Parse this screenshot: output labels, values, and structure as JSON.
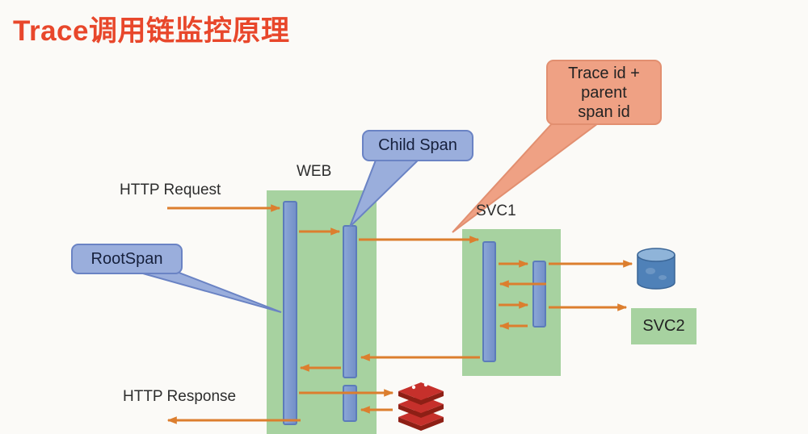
{
  "title": "Trace调用链监控原理",
  "labels": {
    "http_request": "HTTP Request",
    "http_response": "HTTP Response",
    "web": "WEB",
    "svc1": "SVC1",
    "svc2": "SVC2"
  },
  "callouts": {
    "root_span": "RootSpan",
    "child_span": "Child Span",
    "trace_id": "Trace id +\nparent\nspan id"
  },
  "icons": {
    "database": "database-cylinder-icon",
    "redis": "redis-icon"
  },
  "colors": {
    "title": "#E8472B",
    "service_box_green": "#A7D2A0",
    "span_bar_fill": "#7E9CCE",
    "span_bar_border": "#5C7CBA",
    "callout_blue_fill": "#9AAEDC",
    "callout_blue_border": "#6A83C4",
    "callout_salmon_fill": "#EFA184",
    "callout_salmon_border": "#E28F70",
    "arrow_orange": "#DC7E2E",
    "redis_red": "#C6302B",
    "database_blue": "#4F81B8"
  }
}
